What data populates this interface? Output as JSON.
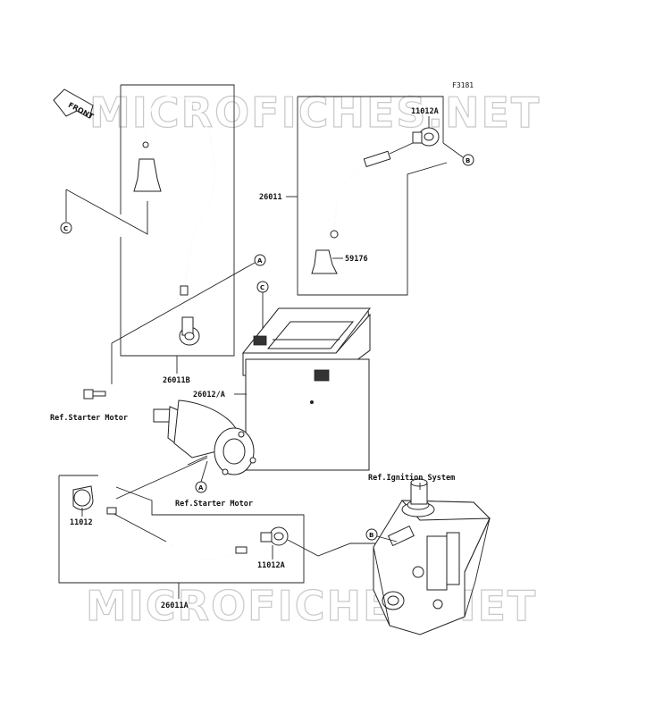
{
  "figure_id": "F3181",
  "watermark_text": "MICROFICHES.NET",
  "front_arrow_label": "FRONT",
  "parts": {
    "p26011B": "26011B",
    "p26011": "26011",
    "p11012A_top": "11012A",
    "p59176": "59176",
    "p26012A": "26012/A",
    "p11012": "11012",
    "p11012A_bottom": "11012A",
    "p26011A": "26011A"
  },
  "references": {
    "starter_motor_left": "Ref.Starter Motor",
    "starter_motor_center": "Ref.Starter Motor",
    "ignition_system": "Ref.Ignition System"
  },
  "callouts": {
    "A": "A",
    "B": "B",
    "C": "C"
  },
  "colors": {
    "line": "#222222",
    "watermark_outline": "#c8c8c8"
  }
}
